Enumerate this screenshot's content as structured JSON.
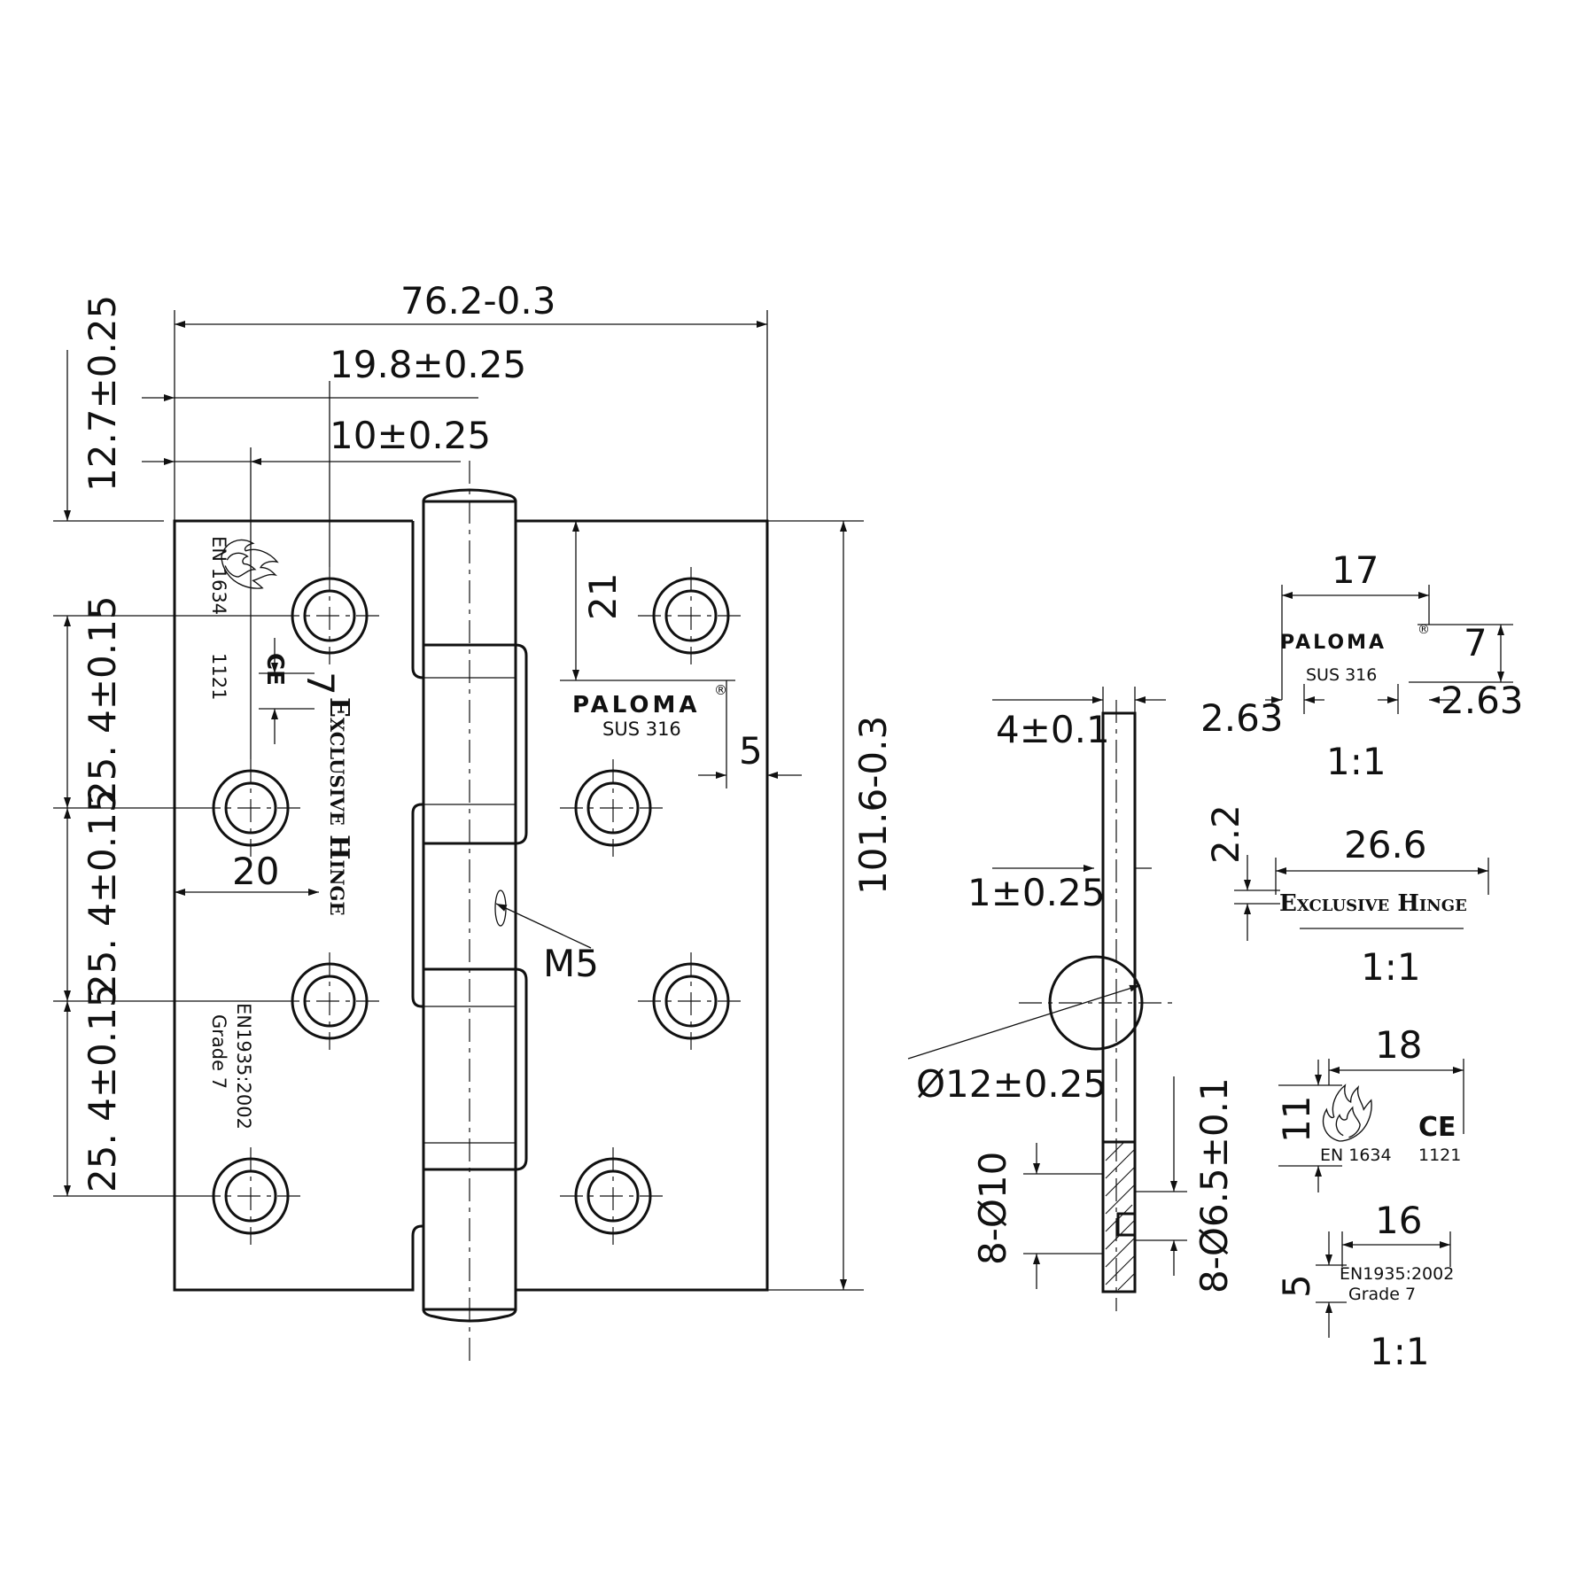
{
  "dimensions": {
    "overall_width": "76.2-0.3",
    "knuckle_center": "19.8±0.25",
    "hole_row_offset": "10±0.25",
    "top_offset": "12.7±0.25",
    "hole_pitch_1": "25. 4±0.15",
    "hole_pitch_2": "25. 4±0.15",
    "hole_pitch_3": "25. 4±0.15",
    "overall_height": "101.6-0.3",
    "logo_top_offset": "21",
    "logo_gap": "5",
    "leaf_hole_spacing": "20",
    "text_spacing": "7",
    "thread": "M5",
    "leaf_thickness": "4±0.1",
    "gap": "1±0.25",
    "knuckle_diameter": "Ø12±0.25",
    "countersink": "8-Ø10",
    "hole_diameter": "8-Ø6.5±0.1"
  },
  "markings": {
    "brand": "PALOMA",
    "registered": "®",
    "material": "SUS 316",
    "product": "Exclusive Hinge",
    "fire_standard": "EN 1634",
    "ce": "CE",
    "ce_number": "1121",
    "standard": "EN1935:2002",
    "grade": "Grade 7"
  },
  "details": {
    "logo": {
      "width": "17",
      "height": "7",
      "margin_left": "2.63",
      "margin_right": "2.63",
      "scale": "1:1"
    },
    "text": {
      "width": "26.6",
      "height": "2.2",
      "scale": "1:1"
    },
    "fire_ce": {
      "width": "18",
      "height": "11",
      "scale": "1:1"
    },
    "standard": {
      "width": "16",
      "height": "5",
      "scale": "1:1"
    }
  }
}
